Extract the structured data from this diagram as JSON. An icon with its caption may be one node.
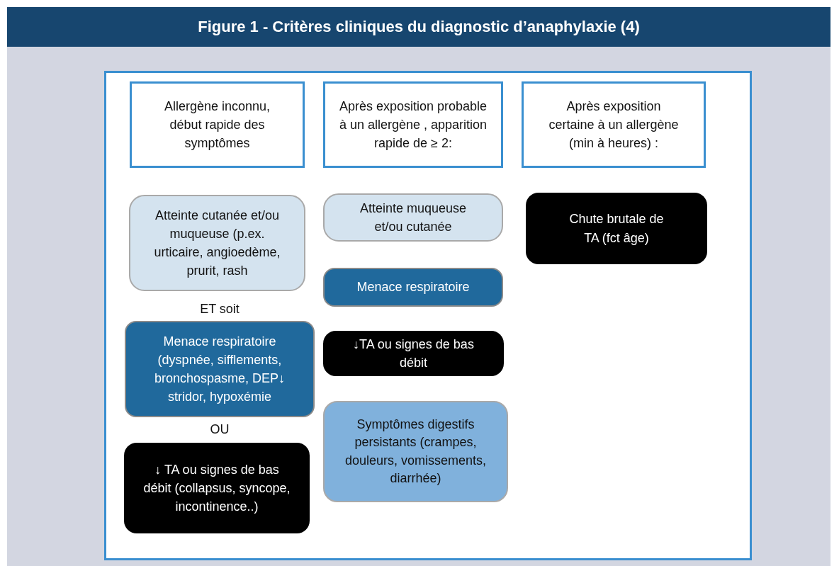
{
  "diagram": {
    "title": "Figure 1 - Critères cliniques du diagnostic d’anaphylaxie (4)",
    "nodes": [
      {
        "text": [
          "Allergène inconnu, début rapide des symptômes"
        ]
      },
      {
        "text": [
          "Après exposition probable à un allergène , apparition rapide de ≥ 2:"
        ]
      },
      {
        "text": [
          "Après exposition certaine à un allergène (min à heures) :"
        ]
      },
      {
        "text": [
          "Atteinte cutanée et/ou muqueuse (p.ex. urticaire, angioedème, prurit, rash"
        ]
      },
      {
        "text": [
          "Atteinte muqueuse et/ou cutanée"
        ]
      },
      {
        "text": [
          "Chute brutale de TA (fct âge)"
        ]
      },
      {
        "text": [
          "Menace respiratoire"
        ]
      },
      {
        "text": [
          "Menace respiratoire (dyspnée, sifflements, bronchospasme, DEP↓ stridor, hypoxémie"
        ]
      },
      {
        "text": [
          "↓TA ou signes de bas débit"
        ]
      },
      {
        "text": [
          "Symptômes digestifs persistants (crampes, douleurs, vomissements, diarrhée)"
        ]
      },
      {
        "text": [
          "↓ TA ou signes de bas débit (collapsus, syncope, incontinence..)"
        ]
      }
    ],
    "labels": [
      "ET soit",
      "OU"
    ]
  }
}
